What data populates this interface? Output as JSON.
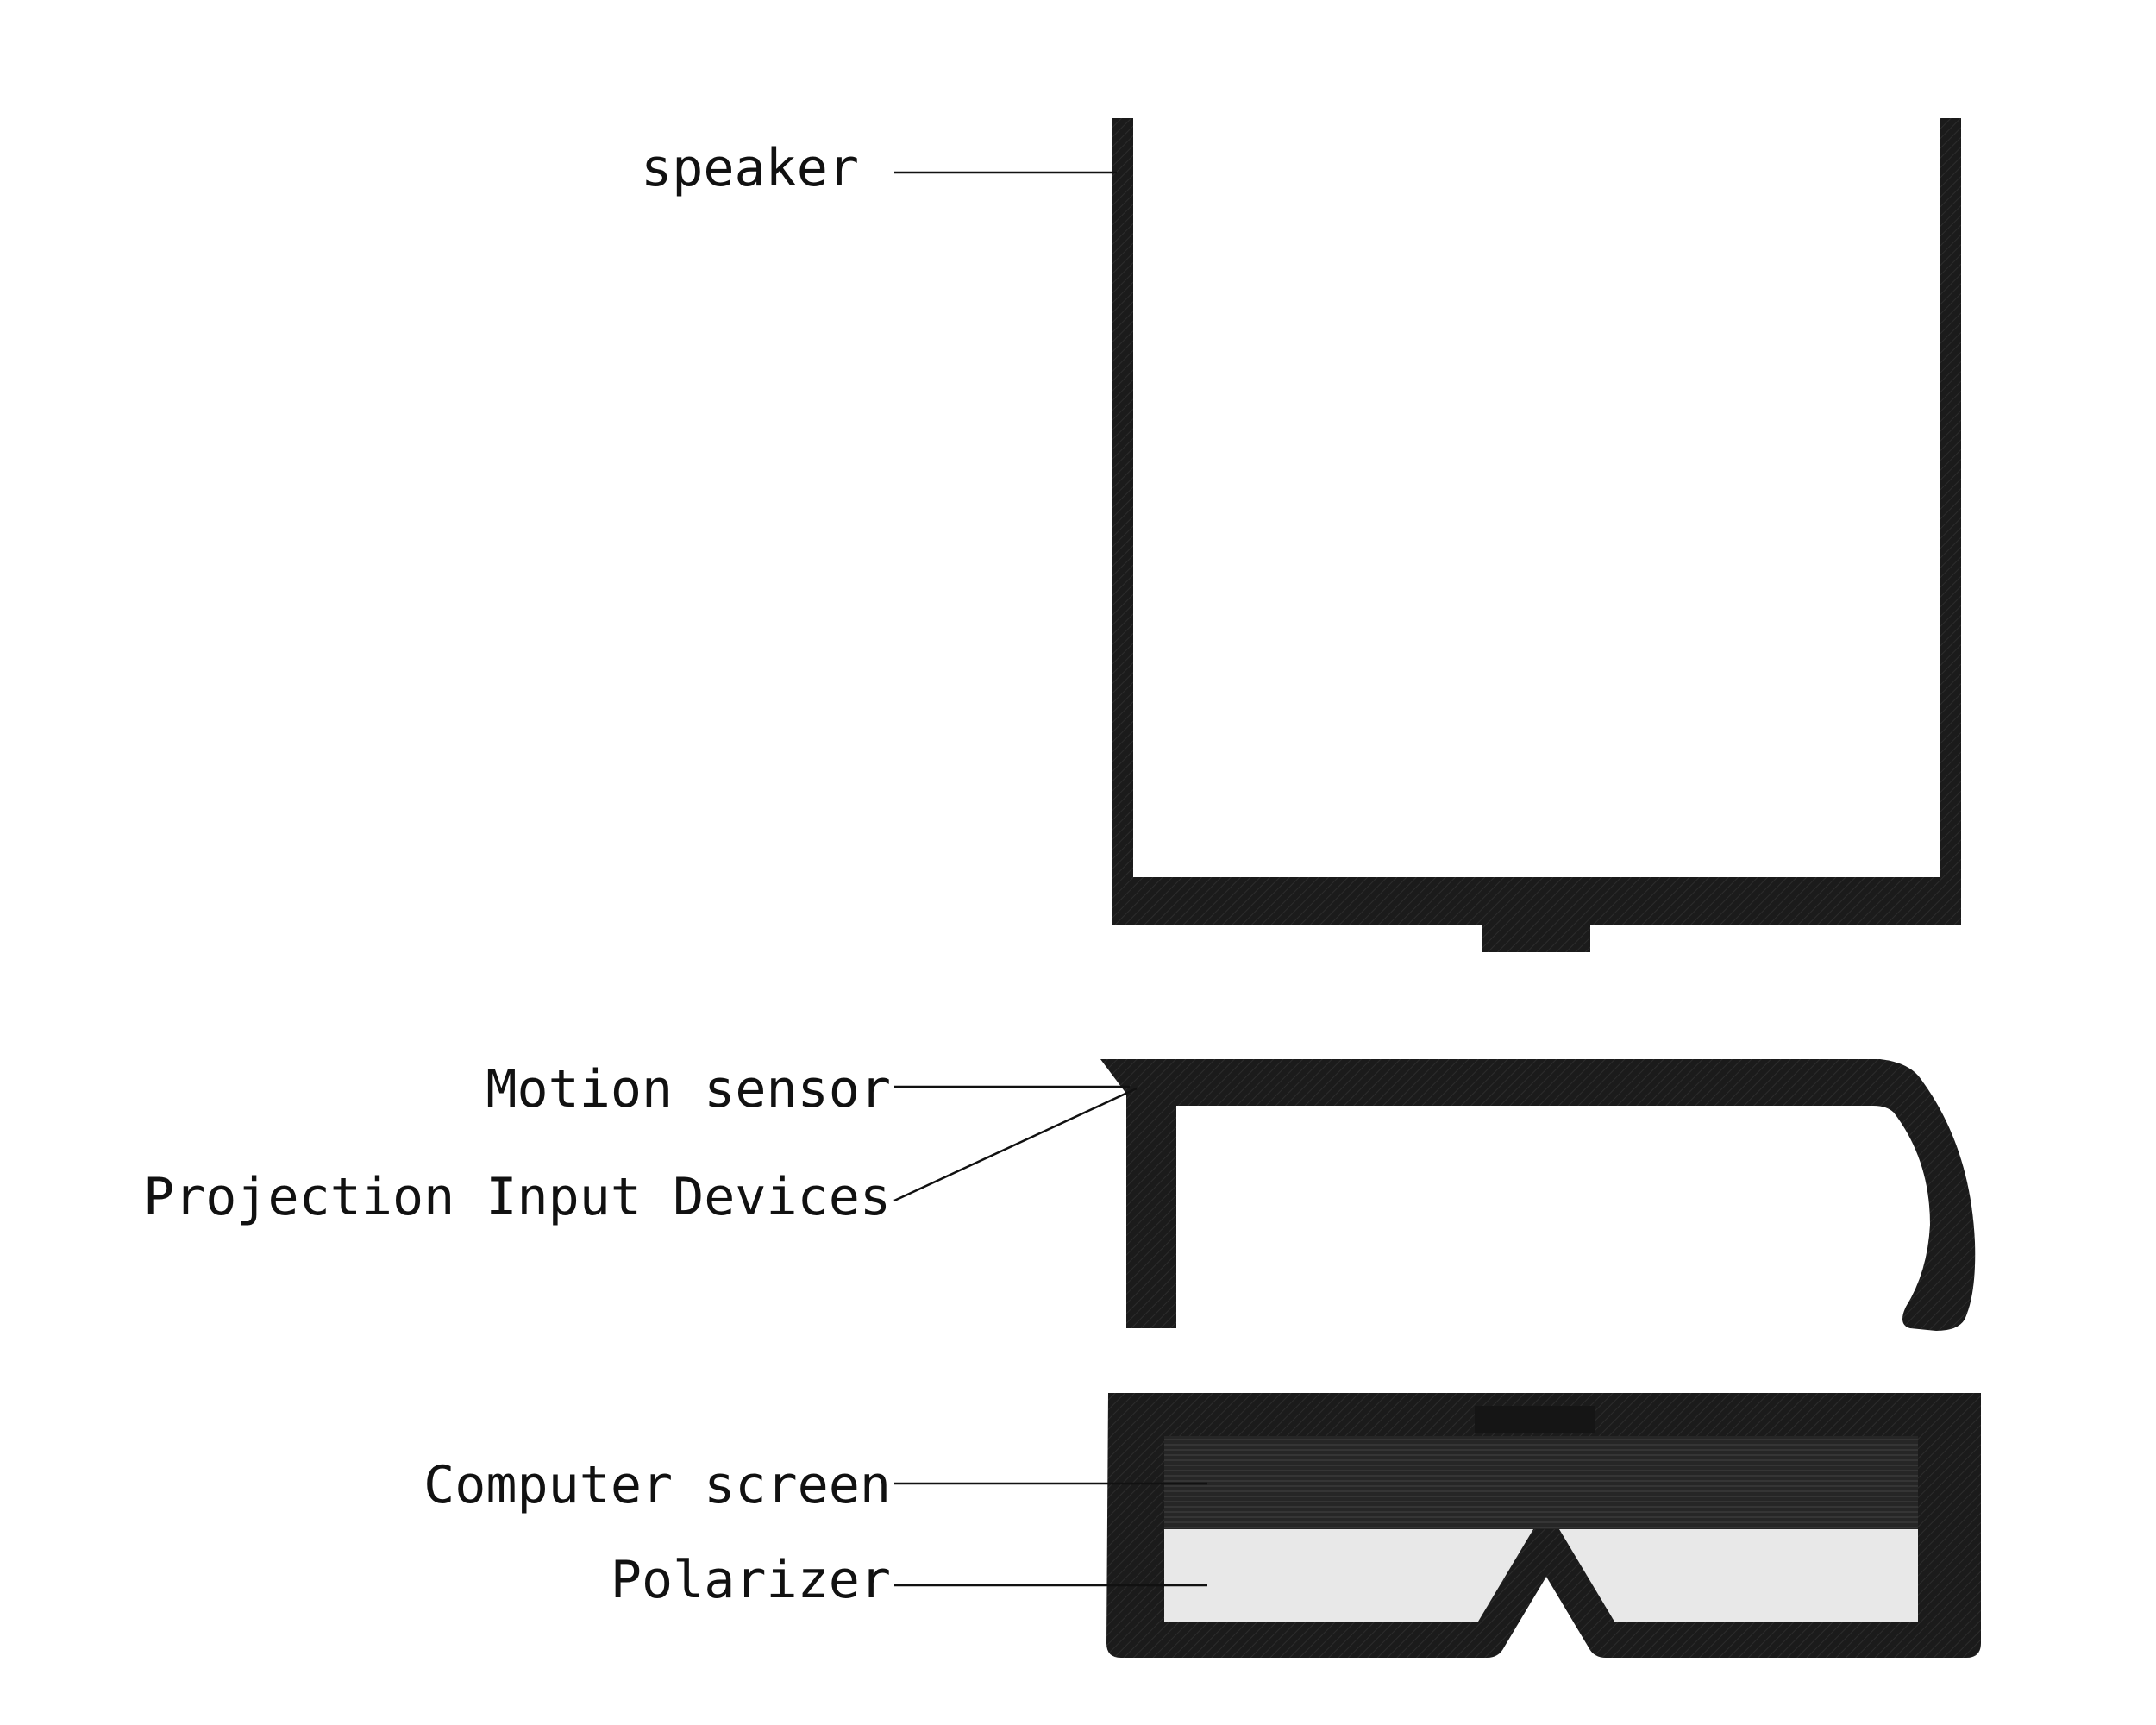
{
  "labels": {
    "speaker": "speaker",
    "motion_sensor": "Motion sensor",
    "projection_input_devices": "Projection Input Devices",
    "computer_screen": "Computer screen",
    "polarizer": "Polarizer"
  },
  "colors": {
    "frame": "#1a1a1a",
    "screen": "#2a2a2a",
    "polarizer": "#e8e8e8",
    "leader_line": "#111111",
    "background": "#ffffff"
  }
}
